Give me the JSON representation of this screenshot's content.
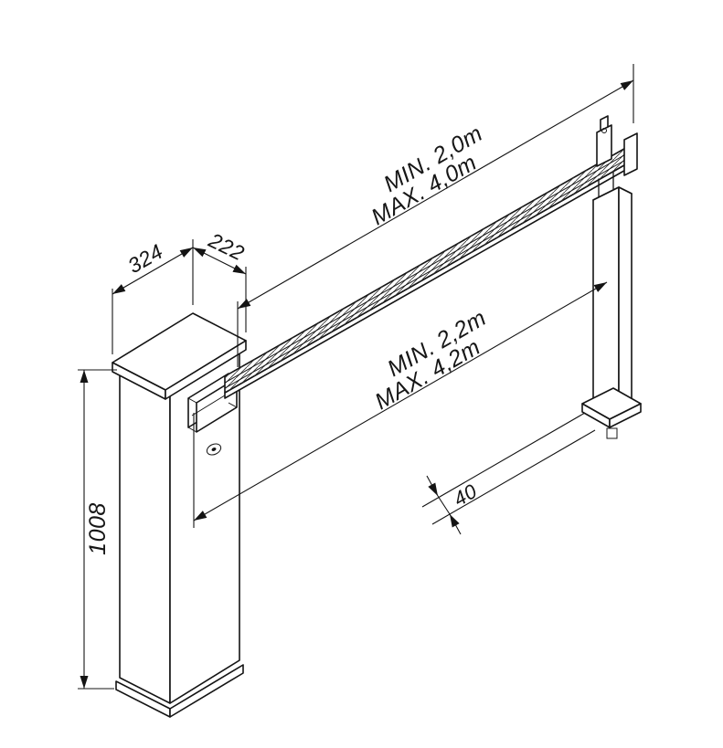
{
  "drawing": {
    "dimensions": {
      "boom_min": "MIN. 2,0m",
      "boom_max": "MAX. 4,0m",
      "span_min": "MIN. 2,2m",
      "span_max": "MAX. 4,2m",
      "cap_depth": "324",
      "cap_width": "222",
      "cabinet_height": "1008",
      "post_offset": "40"
    }
  }
}
